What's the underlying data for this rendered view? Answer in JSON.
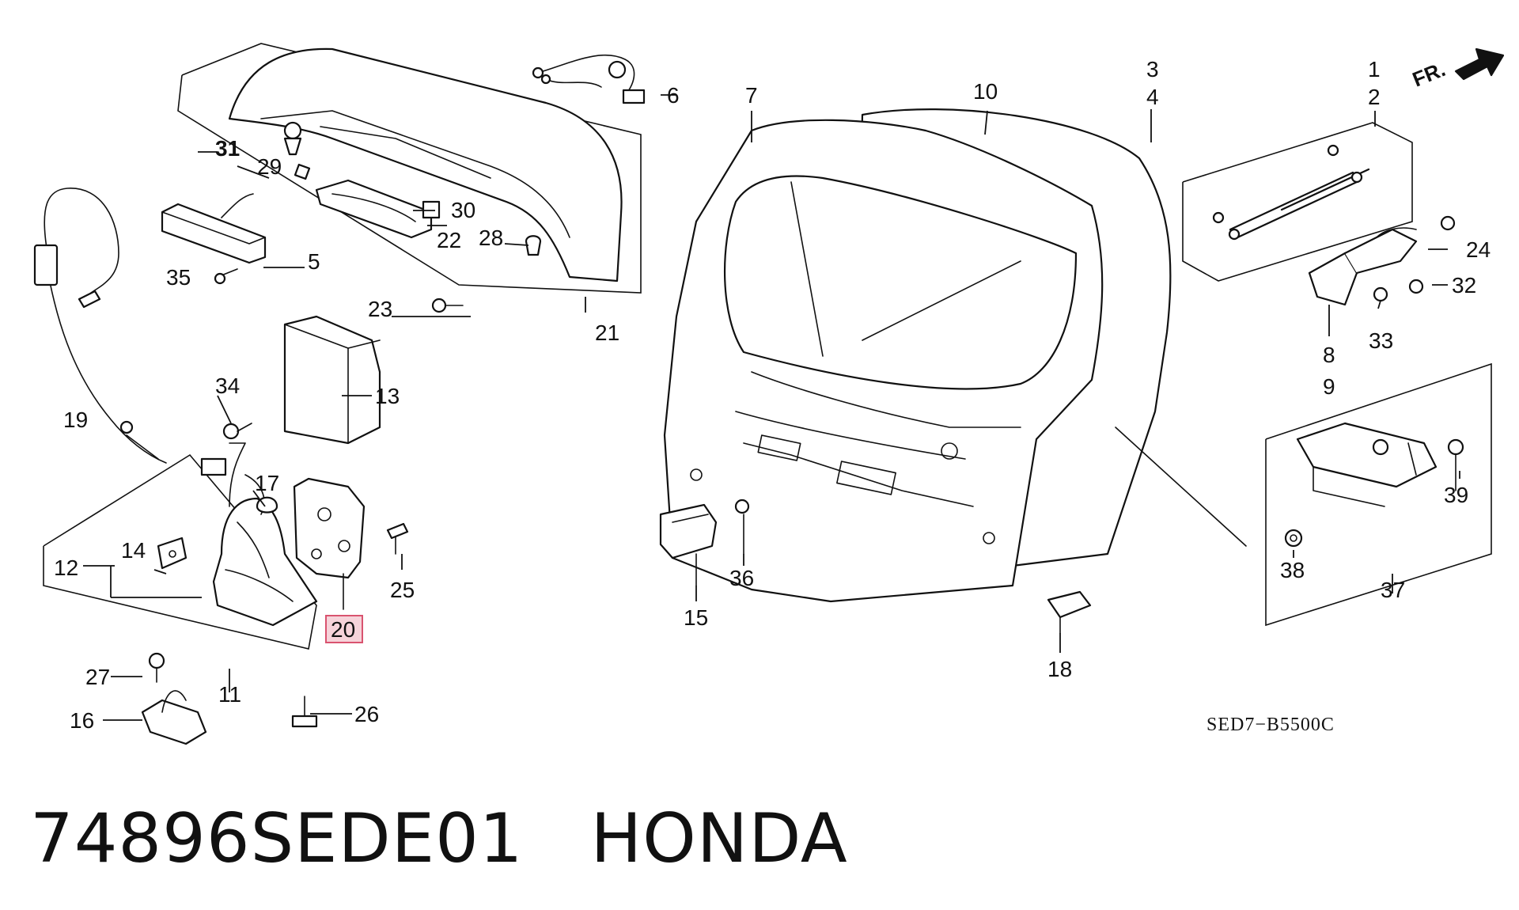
{
  "diagram": {
    "drawing_code": "SED7−B5500C",
    "direction_label": "FR.",
    "highlighted_part": "20",
    "callouts": [
      {
        "id": "c1",
        "label": "1"
      },
      {
        "id": "c2",
        "label": "2"
      },
      {
        "id": "c3",
        "label": "3"
      },
      {
        "id": "c4",
        "label": "4"
      },
      {
        "id": "c5",
        "label": "5"
      },
      {
        "id": "c6",
        "label": "6"
      },
      {
        "id": "c7",
        "label": "7"
      },
      {
        "id": "c8",
        "label": "8"
      },
      {
        "id": "c9",
        "label": "9"
      },
      {
        "id": "c10",
        "label": "10"
      },
      {
        "id": "c11",
        "label": "11"
      },
      {
        "id": "c12",
        "label": "12"
      },
      {
        "id": "c13",
        "label": "13"
      },
      {
        "id": "c14",
        "label": "14"
      },
      {
        "id": "c15",
        "label": "15"
      },
      {
        "id": "c16",
        "label": "16"
      },
      {
        "id": "c17",
        "label": "17"
      },
      {
        "id": "c18",
        "label": "18"
      },
      {
        "id": "c19",
        "label": "19"
      },
      {
        "id": "c20",
        "label": "20"
      },
      {
        "id": "c21",
        "label": "21"
      },
      {
        "id": "c22",
        "label": "22"
      },
      {
        "id": "c23",
        "label": "23"
      },
      {
        "id": "c24",
        "label": "24"
      },
      {
        "id": "c25",
        "label": "25"
      },
      {
        "id": "c26",
        "label": "26"
      },
      {
        "id": "c27",
        "label": "27"
      },
      {
        "id": "c28",
        "label": "28"
      },
      {
        "id": "c29",
        "label": "29"
      },
      {
        "id": "c30",
        "label": "30"
      },
      {
        "id": "c31",
        "label": "31"
      },
      {
        "id": "c32",
        "label": "32"
      },
      {
        "id": "c33",
        "label": "33"
      },
      {
        "id": "c34",
        "label": "34"
      },
      {
        "id": "c35",
        "label": "35"
      },
      {
        "id": "c36",
        "label": "36"
      },
      {
        "id": "c37",
        "label": "37"
      },
      {
        "id": "c38",
        "label": "38"
      },
      {
        "id": "c39",
        "label": "39"
      }
    ],
    "colors": {
      "line": "#111111",
      "highlight_fill": "#f6d3da",
      "highlight_stroke": "#d9536f"
    }
  },
  "footer": {
    "part_number": "74896SEDE01",
    "brand": "HONDA"
  }
}
